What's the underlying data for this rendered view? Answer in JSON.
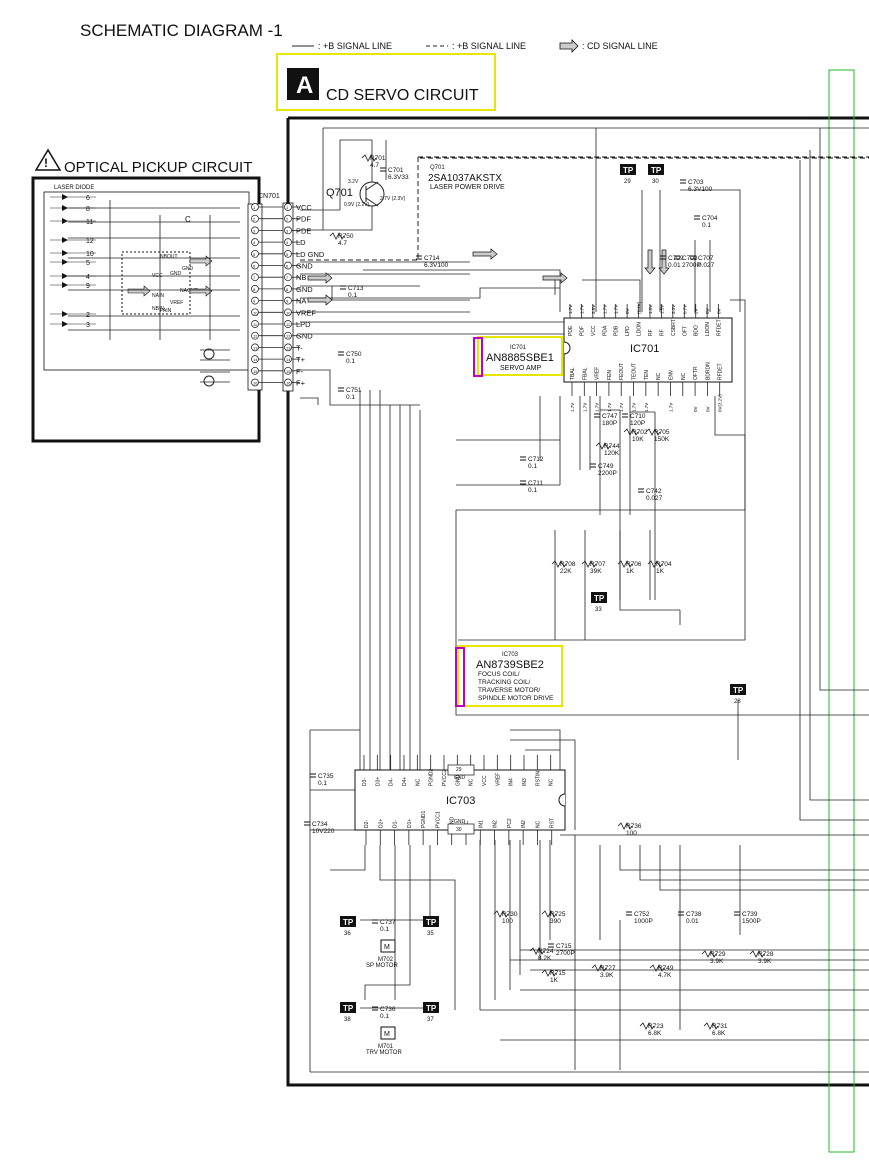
{
  "title": "SCHEMATIC DIAGRAM -1",
  "legend": {
    "solid": ": +B SIGNAL LINE",
    "dashed": ": +B SIGNAL LINE",
    "arrow": ": CD SIGNAL LINE"
  },
  "section": {
    "letter": "A",
    "name": "CD SERVO CIRCUIT"
  },
  "pickup": {
    "title": "OPTICAL PICKUP CIRCUIT",
    "laser_label": "LASER DIODE",
    "pin_numbers": [
      "6",
      "8",
      "11",
      "12",
      "10",
      "5",
      "4",
      "9",
      "2",
      "3"
    ],
    "inner_labels": [
      "NBOUT",
      "GND",
      "VCC",
      "NAIN",
      "NAOUT",
      "GND",
      "VREF",
      "NBIN",
      "PAIN"
    ],
    "cap_label": "C"
  },
  "connector": {
    "name": "CN701",
    "pins": [
      "VCC",
      "PDF",
      "PDE",
      "LD",
      "LD GND",
      "GND",
      "NB",
      "GND",
      "NA",
      "VREF",
      "LPD",
      "GND",
      "T-",
      "T+",
      "F-",
      "F+"
    ],
    "numbers": [
      "1",
      "2",
      "3",
      "4",
      "5",
      "6",
      "7",
      "8",
      "9",
      "10",
      "11",
      "12",
      "13",
      "14",
      "15",
      "16"
    ]
  },
  "q701": {
    "label": "Q701",
    "part": "2SA1037AKSTX",
    "desc": "LASER POWER DRIVE",
    "v1": "3.2V",
    "v2": "0.9V (2.2V)",
    "v3": "2.7V (2.3V)"
  },
  "components": [
    {
      "ref": "R701",
      "val": "4.7"
    },
    {
      "ref": "C701",
      "val": "6.3V33"
    },
    {
      "ref": "R750",
      "val": "4.7"
    },
    {
      "ref": "C714",
      "val": "6.3V100"
    },
    {
      "ref": "C713",
      "val": "0.1"
    },
    {
      "ref": "C750",
      "val": "0.1"
    },
    {
      "ref": "C751",
      "val": "0.1"
    },
    {
      "ref": "C703",
      "val": "6.3V100"
    },
    {
      "ref": "C704",
      "val": "0.1"
    },
    {
      "ref": "C707",
      "val": "0.027"
    },
    {
      "ref": "C708",
      "val": "2700P"
    },
    {
      "ref": "C709",
      "val": "0.01"
    },
    {
      "ref": "C747",
      "val": "180P"
    },
    {
      "ref": "C710",
      "val": "120P"
    },
    {
      "ref": "R702",
      "val": "10K"
    },
    {
      "ref": "R705",
      "val": "150K"
    },
    {
      "ref": "R744",
      "val": "120K"
    },
    {
      "ref": "C712",
      "val": "0.1"
    },
    {
      "ref": "C749",
      "val": "2200P"
    },
    {
      "ref": "C711",
      "val": "0.1"
    },
    {
      "ref": "C742",
      "val": "0.027"
    },
    {
      "ref": "R708",
      "val": "22K"
    },
    {
      "ref": "R707",
      "val": "39K"
    },
    {
      "ref": "R706",
      "val": "1K"
    },
    {
      "ref": "R704",
      "val": "1K"
    },
    {
      "ref": "C735",
      "val": "0.1"
    },
    {
      "ref": "C734",
      "val": "10V220"
    },
    {
      "ref": "R736",
      "val": "100"
    },
    {
      "ref": "R730",
      "val": "100"
    },
    {
      "ref": "R725",
      "val": "390"
    },
    {
      "ref": "R724",
      "val": "8.2K"
    },
    {
      "ref": "C715",
      "val": "2700P"
    },
    {
      "ref": "R715",
      "val": "1K"
    },
    {
      "ref": "R727",
      "val": "3.9K"
    },
    {
      "ref": "R749",
      "val": "4.7K"
    },
    {
      "ref": "C752",
      "val": "1000P"
    },
    {
      "ref": "C738",
      "val": "0.01"
    },
    {
      "ref": "C739",
      "val": "1500P"
    },
    {
      "ref": "R729",
      "val": "3.9K"
    },
    {
      "ref": "R728",
      "val": "3.9K"
    },
    {
      "ref": "C737",
      "val": "0.1"
    },
    {
      "ref": "C736",
      "val": "0.1"
    },
    {
      "ref": "R723",
      "val": "6.8K"
    },
    {
      "ref": "R731",
      "val": "6.8K"
    }
  ],
  "ic701": {
    "ref": "IC701",
    "label_ref": "IC701",
    "part": "AN8885SBE1",
    "desc": "SERVO AMP",
    "top_pins": [
      "PDE",
      "PDF",
      "VCC",
      "PDA",
      "PDB",
      "LPD",
      "LDON",
      "RF",
      "RF",
      "CSBRT",
      "OFT",
      "BDO",
      "LDON",
      "RFDET"
    ],
    "bottom_pins": [
      "TBAL",
      "FBAL",
      "VREF",
      "FEN",
      "FEOUT",
      "TEOUT",
      "TEN",
      "NC",
      "ENV",
      "NC",
      "OFTR",
      "BDRDN",
      "RFDET"
    ],
    "top_volts": [
      "1.7V",
      "1.7V",
      "3.5V",
      "1.7V",
      "1.7V",
      "0V",
      "(2.1V)",
      "1.5V",
      "1.5V",
      "3.3V",
      "0.7V",
      "2V",
      "0V",
      "0V"
    ],
    "bottom_volts": [
      "1.7V",
      "1.7V",
      "1.7V",
      "1.7V",
      "1.7V",
      "1.7V",
      "1.7V",
      "",
      "1.7V",
      "",
      "0V",
      "0V",
      "0V(3.2V)"
    ]
  },
  "ic703": {
    "ref": "IC703",
    "label_ref": "IC703",
    "part": "AN8739SBE2",
    "desc": [
      "FOCUS COIL/",
      "TRACKING COIL/",
      "TRAVERSE MOTOR/",
      "SPINDLE MOTOR DRIVE"
    ],
    "top_pins": [
      "D3-",
      "D3+",
      "D4-",
      "D4+",
      "NC",
      "PGND2",
      "PVCC2",
      "GND",
      "NC",
      "VCC",
      "VREF",
      "IN4",
      "IN3",
      "RSTIN",
      "NC"
    ],
    "bottom_pins": [
      "D2-",
      "D2+",
      "D1-",
      "D1+",
      "PGND1",
      "PVCC1",
      "GND",
      "NC",
      "IN1",
      "IN2",
      "PC2",
      "IN2",
      "NC",
      "RST"
    ],
    "gnd_pins": [
      "29",
      "30"
    ]
  },
  "test_points": [
    {
      "label": "TP",
      "num": "29"
    },
    {
      "label": "TP",
      "num": "30"
    },
    {
      "label": "TP",
      "num": "33"
    },
    {
      "label": "TP",
      "num": "28"
    },
    {
      "label": "TP",
      "num": "36"
    },
    {
      "label": "TP",
      "num": "35"
    },
    {
      "label": "TP",
      "num": "38"
    },
    {
      "label": "TP",
      "num": "37"
    }
  ],
  "motors": [
    {
      "ref": "M702",
      "name": "SP MOTOR"
    },
    {
      "ref": "M701",
      "name": "TRV MOTOR"
    }
  ],
  "colors": {
    "highlight_yellow": "#e6e600",
    "highlight_magenta": "#c000c0",
    "frame_green": "#22bb22"
  }
}
